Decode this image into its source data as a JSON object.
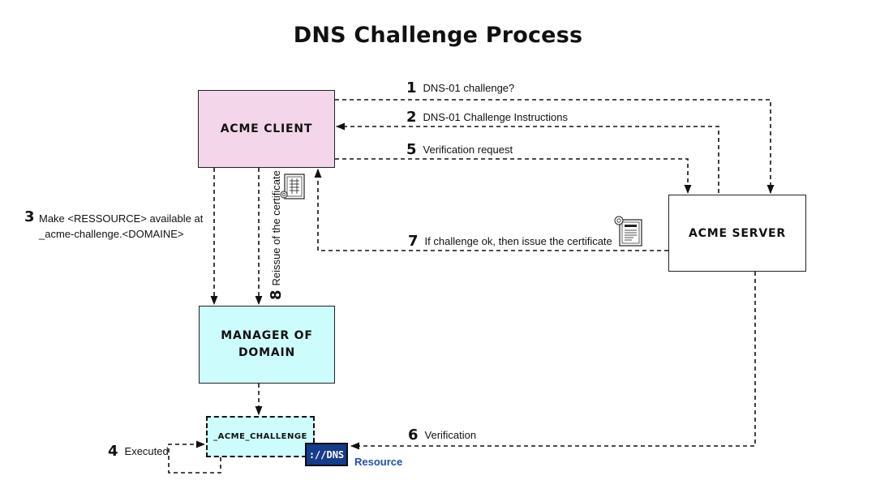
{
  "title": "DNS Challenge Process",
  "nodes": {
    "acme_client": "ACME CLIENT",
    "acme_server": "ACME SERVER",
    "manager_line1": "MANAGER OF",
    "manager_line2": "DOMAIN",
    "acme_challenge": "_ACME_CHALLENGE"
  },
  "steps": {
    "s1": {
      "num": "1",
      "text": "DNS-01 challenge?"
    },
    "s2": {
      "num": "2",
      "text": "DNS-01 Challenge Instructions"
    },
    "s3": {
      "num": "3",
      "line1": "Make <RESSOURCE> available at",
      "line2": "_acme-challenge.<DOMAINE>"
    },
    "s4": {
      "num": "4",
      "text": "Executed"
    },
    "s5": {
      "num": "5",
      "text": "Verification request"
    },
    "s6": {
      "num": "6",
      "text": "Verification"
    },
    "s7": {
      "num": "7",
      "text": "If challenge ok, then issue the certificate"
    },
    "s8": {
      "num": "8",
      "text": "Reissue of the certificate"
    }
  },
  "dns_badge": "://DNS",
  "resource_label": "Resource",
  "colors": {
    "client_fill": "#f3d6ea",
    "manager_fill": "#cdfcfc",
    "badge_fill": "#143c8a",
    "resource_text": "#1f4fb3"
  },
  "icons": [
    "certificate-icon",
    "certificate-icon"
  ]
}
